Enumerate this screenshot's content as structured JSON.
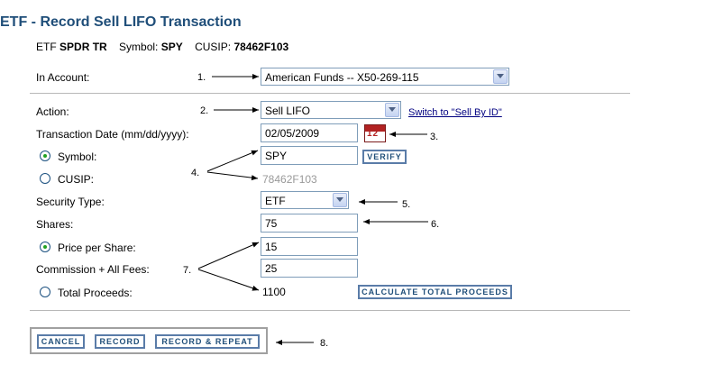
{
  "header": {
    "title": "ETF - Record Sell LIFO Transaction",
    "type_label": "ETF",
    "security_name": "SPDR TR",
    "symbol_label": "Symbol:",
    "symbol_value": "SPY",
    "cusip_label": "CUSIP:",
    "cusip_value": "78462F103"
  },
  "account": {
    "label": "In Account:",
    "selected": "American Funds -- X50-269-115",
    "callout": "1."
  },
  "action": {
    "label": "Action:",
    "selected": "Sell LIFO",
    "switch_link": "Switch to \"Sell By ID\"",
    "callout": "2."
  },
  "transaction_date": {
    "label": "Transaction Date (mm/dd/yyyy):",
    "value": "02/05/2009",
    "calendar_icon_text": "12",
    "callout": "3."
  },
  "identifier": {
    "symbol_label": "Symbol:",
    "symbol_value": "SPY",
    "symbol_selected": true,
    "cusip_label": "CUSIP:",
    "cusip_value": "78462F103",
    "verify_label": "VERIFY",
    "callout": "4."
  },
  "security_type": {
    "label": "Security Type:",
    "selected": "ETF",
    "callout": "5."
  },
  "shares": {
    "label": "Shares:",
    "value": "75",
    "callout": "6."
  },
  "pricing": {
    "price_label": "Price per Share:",
    "price_value": "15",
    "price_selected": true,
    "fees_label": "Commission + All Fees:",
    "fees_value": "25",
    "proceeds_label": "Total Proceeds:",
    "proceeds_value": "1100",
    "calculate_label": "CALCULATE TOTAL PROCEEDS",
    "callout": "7."
  },
  "buttons": {
    "cancel": "CANCEL",
    "record": "RECORD",
    "record_repeat": "RECORD & REPEAT",
    "callout": "8."
  },
  "colors": {
    "title": "#1f4e79",
    "button_border": "#5a7ca8",
    "radio_dot": "#21a121",
    "link": "#000080"
  }
}
